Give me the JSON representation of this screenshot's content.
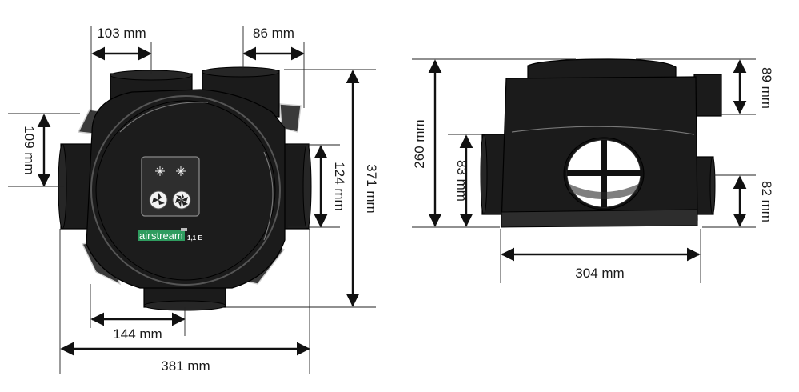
{
  "front_view": {
    "dims": {
      "top_left_spigot": "103 mm",
      "top_right_spigot": "86 mm",
      "left_spigot": "109 mm",
      "right_spigot": "124 mm",
      "total_height": "371 mm",
      "bottom_offset": "144 mm",
      "total_width": "381 mm"
    },
    "brand": {
      "prefix": "air",
      "name": "stream",
      "model": "1,1 E"
    },
    "accent_color": "#3aa36a"
  },
  "side_view": {
    "dims": {
      "total_height": "260 mm",
      "left_spigot": "83 mm",
      "top_right_spigot": "89 mm",
      "bottom_right_spigot": "82 mm",
      "total_width": "304 mm"
    }
  }
}
